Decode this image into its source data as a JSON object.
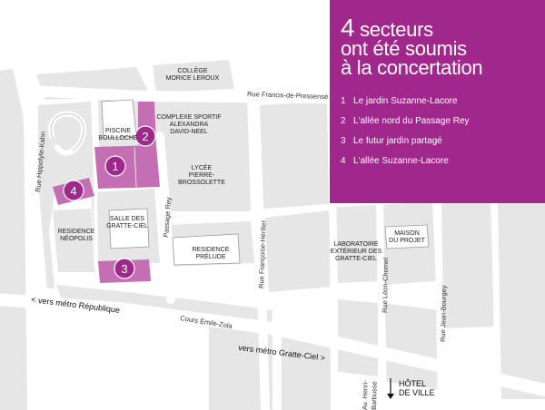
{
  "colors": {
    "accent": "#a0278c",
    "sector_fill": "#c46fb3",
    "block": "#e6e6e6",
    "road": "#ffffff"
  },
  "panel": {
    "title_number": "4",
    "title_line1": "secteurs",
    "title_line2": "ont été soumis",
    "title_line3": "à la concertation",
    "items": [
      {
        "num": "1",
        "label": "Le jardin Suzanne-Lacore"
      },
      {
        "num": "2",
        "label": "L'allée nord du Passage Rey"
      },
      {
        "num": "3",
        "label": "Le futur jardin partagé"
      },
      {
        "num": "4",
        "label": "L'allée Suzanne-Lacore"
      }
    ]
  },
  "markers": [
    {
      "num": "1"
    },
    {
      "num": "2"
    },
    {
      "num": "3"
    },
    {
      "num": "4"
    }
  ],
  "buildings": {
    "college_1": "COLLÈGE",
    "college_2": "MORICE LEROUX",
    "complexe_1": "COMPLEXE SPORTIF",
    "complexe_2": "ALEXANDRA",
    "complexe_3": "DAVID-NEEL",
    "piscine_1": "PISCINE",
    "piscine_2": "BOULLOCHE",
    "lycee_1": "LYCÉE",
    "lycee_2": "PIERRE-",
    "lycee_3": "BROSSOLETTE",
    "salle_1": "SALLE DES",
    "salle_2": "GRATTE-CIEL",
    "neopolis_1": "RESIDENCE",
    "neopolis_2": "NÉOPOLIS",
    "prelude_1": "RESIDENCE",
    "prelude_2": "PRÉLUDE",
    "labo_1": "LABORATOIRE",
    "labo_2": "EXTÉRIEUR DES",
    "labo_3": "GRATTE-CIEL",
    "maison_1": "MAISON",
    "maison_2": "DU PROJET",
    "hotel_1": "HÔTEL",
    "hotel_2": "DE VILLE"
  },
  "streets": {
    "francis": "Rue Francis-de-Pressensé",
    "hippolyte": "Rue Hippolyte-Kahn",
    "passage_rey": "Passage Rey",
    "herilier": "Rue Françoise-Hérilier",
    "zola": "Cours  Émile-Zola",
    "chomel": "Rue Léon-Chomel",
    "bourgey": "Rue Jean-Bourgey",
    "barbusse_1": "Av. Henri-",
    "barbusse_2": "Barbusse"
  },
  "directions": {
    "republique": "<  vers métro République",
    "gratte_ciel": "vers métro Gratte-Ciel  >"
  }
}
